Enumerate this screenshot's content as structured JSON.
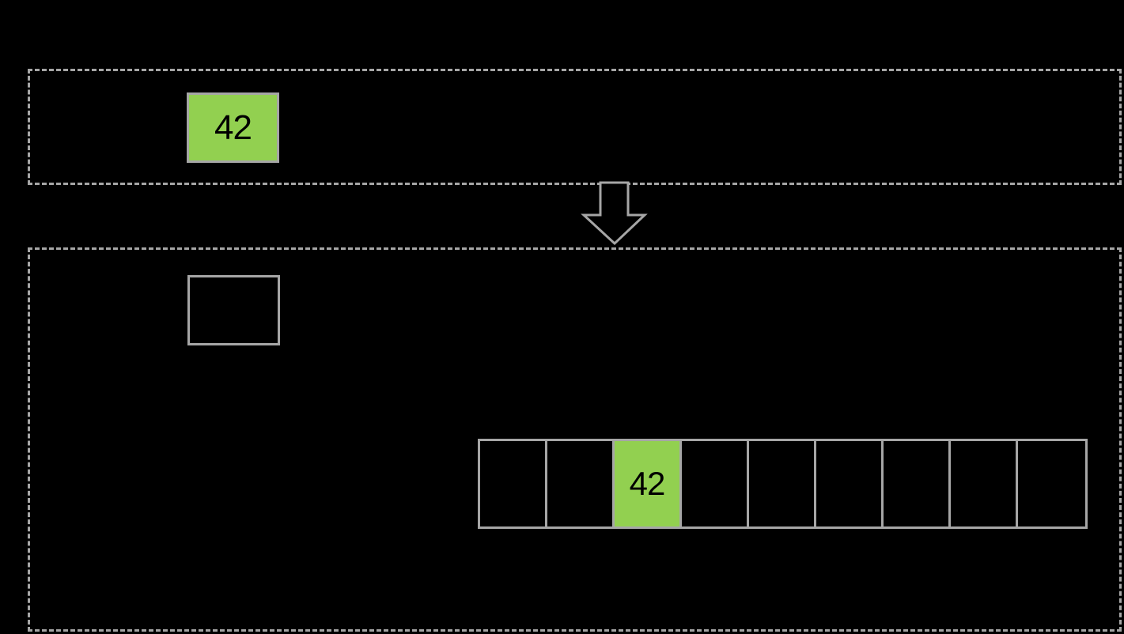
{
  "colors": {
    "background": "#000000",
    "line_gray": "#a6a6a6",
    "highlight_green": "#92d050",
    "text_black": "#000000"
  },
  "top_frame": {
    "value_box": {
      "label": "42"
    }
  },
  "arrow": {
    "icon": "down-block-arrow"
  },
  "bottom_frame": {
    "variable_box": {
      "label": ""
    },
    "array": {
      "cell_count": 9,
      "cells": [
        "",
        "",
        "42",
        "",
        "",
        "",
        "",
        "",
        ""
      ],
      "highlighted_index": 2,
      "highlighted_value": "42"
    }
  }
}
